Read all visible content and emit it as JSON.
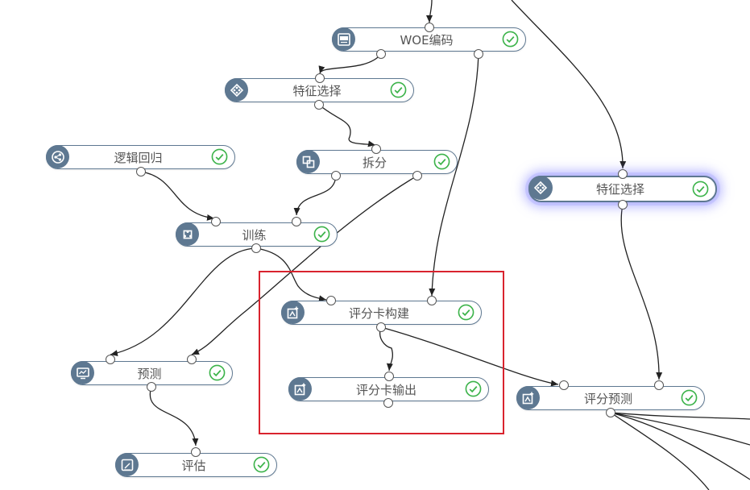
{
  "nodes": {
    "woe": {
      "label": "WOE编码",
      "icon": "woe-icon"
    },
    "fs1": {
      "label": "特征选择",
      "icon": "feature-select-icon"
    },
    "lr": {
      "label": "逻辑回归",
      "icon": "logistic-regression-icon"
    },
    "split": {
      "label": "拆分",
      "icon": "split-icon"
    },
    "fs2": {
      "label": "特征选择",
      "icon": "feature-select-icon"
    },
    "train": {
      "label": "训练",
      "icon": "train-icon"
    },
    "scorecard": {
      "label": "评分卡构建",
      "icon": "scorecard-icon"
    },
    "scoreout": {
      "label": "评分卡输出",
      "icon": "scorecard-output-icon"
    },
    "predict": {
      "label": "预测",
      "icon": "predict-icon"
    },
    "scorepred": {
      "label": "评分预测",
      "icon": "score-predict-icon"
    },
    "evaluate": {
      "label": "评估",
      "icon": "evaluate-icon"
    }
  },
  "status_icon": "check-circle-icon",
  "colors": {
    "node_border": "#5e7891",
    "icon_bg": "#5e7891",
    "check": "#3cb34a",
    "edge": "#222222",
    "highlight": "#d9232e",
    "selected_glow": "#8282ff"
  }
}
